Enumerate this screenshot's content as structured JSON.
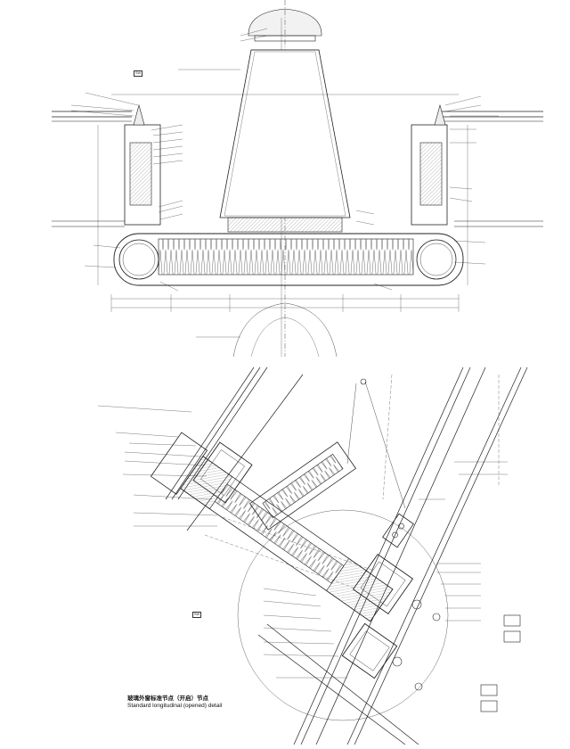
{
  "drawing": {
    "title_cn": "玻璃外窗标准节点（开启）节点",
    "title_en": "Standard longitudinal (opened) detail",
    "plan_tag": "SW",
    "detail_tag": "SW"
  }
}
